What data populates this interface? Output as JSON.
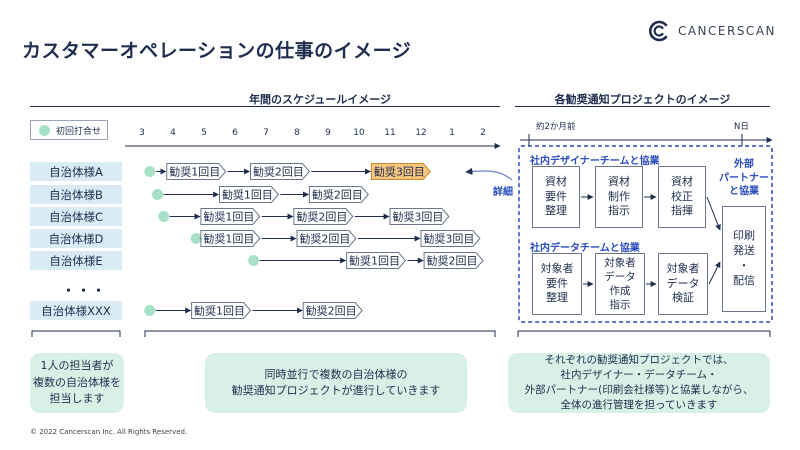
{
  "title": "カスタマーオペレーションの仕事のイメージ",
  "logo": {
    "text": "CANCERSCAN"
  },
  "schedule": {
    "heading": "年間のスケジュールイメージ",
    "legend": "初回打合せ",
    "months": [
      "3",
      "4",
      "5",
      "6",
      "7",
      "8",
      "9",
      "10",
      "11",
      "12",
      "1",
      "2"
    ],
    "municipalities": [
      "自治体様A",
      "自治体様B",
      "自治体様C",
      "自治体様D",
      "自治体様E",
      "自治体様XXX"
    ],
    "ellipsis": "・・・",
    "rows": [
      {
        "start": 3.25,
        "bars": [
          {
            "label": "勧奨1回目",
            "from": 3.8,
            "to": 5.8
          },
          {
            "label": "勧奨2回目",
            "from": 6.5,
            "to": 8.5
          },
          {
            "label": "勧奨3回目",
            "from": 10.4,
            "to": 12.4,
            "highlight": true
          }
        ]
      },
      {
        "start": 3.5,
        "bars": [
          {
            "label": "勧奨1回目",
            "from": 5.5,
            "to": 7.5
          },
          {
            "label": "勧奨2回目",
            "from": 8.4,
            "to": 10.4
          }
        ]
      },
      {
        "start": 3.7,
        "bars": [
          {
            "label": "勧奨1回目",
            "from": 4.9,
            "to": 6.9
          },
          {
            "label": "勧奨2回目",
            "from": 7.9,
            "to": 9.9
          },
          {
            "label": "勧奨3回目",
            "from": 11.0,
            "to": 13.0
          }
        ]
      },
      {
        "start": 4.75,
        "bars": [
          {
            "label": "勧奨1回目",
            "from": 4.9,
            "to": 6.9
          },
          {
            "label": "勧奨2回目",
            "from": 8.0,
            "to": 10.0
          },
          {
            "label": "勧奨3回目",
            "from": 12.0,
            "to": 14.0
          }
        ]
      },
      {
        "start": 6.6,
        "bars": [
          {
            "label": "勧奨1回目",
            "from": 9.6,
            "to": 11.6
          },
          {
            "label": "勧奨2回目",
            "from": 12.1,
            "to": 14.1
          }
        ]
      },
      {
        "start": 3.25,
        "bars": [
          {
            "label": "勧奨1回目",
            "from": 4.6,
            "to": 6.6
          },
          {
            "label": "勧奨2回目",
            "from": 8.2,
            "to": 10.2
          }
        ]
      }
    ],
    "note_left": "1人の担当者が\n複数の自治体様を\n担当します",
    "note_center": "同時並行で複数の自治体様の\n勧奨通知プロジェクトが進行していきます"
  },
  "project": {
    "heading": "各勧奨通知プロジェクトのイメージ",
    "start_label": "約2か月前",
    "end_label": "N日",
    "detail_label": "詳細",
    "team1": "社内デザイナーチームと協業",
    "team1_tasks": [
      "資材\n要件\n整理",
      "資材\n制作\n指示",
      "資材\n校正\n指揮"
    ],
    "partner": "外部\nパートナー\nと協業",
    "partner_task": "印刷\n発送\n・\n配信",
    "team2": "社内データチームと協業",
    "team2_tasks": [
      "対象者\n要件\n整理",
      "対象者\nデータ\n作成\n指示",
      "対象者\nデータ\n検証"
    ],
    "note": "それぞれの勧奨通知プロジェクトでは、\n社内デザイナー・データチーム・\n外部パートナー(印刷会社様等)と協業しながら、\n全体の進行管理を担っていきます"
  },
  "footer": {
    "copyright": "© 2022 Cancerscan Inc. All Rights Reserved."
  },
  "colors": {
    "navy": "#1f2d4e",
    "muni_bg": "#d9ecf6",
    "mint": "#a8e1c9",
    "note_bg": "#d8f0e6",
    "highlight": "#f6c57f",
    "accent_blue": "#2b4dbd"
  }
}
